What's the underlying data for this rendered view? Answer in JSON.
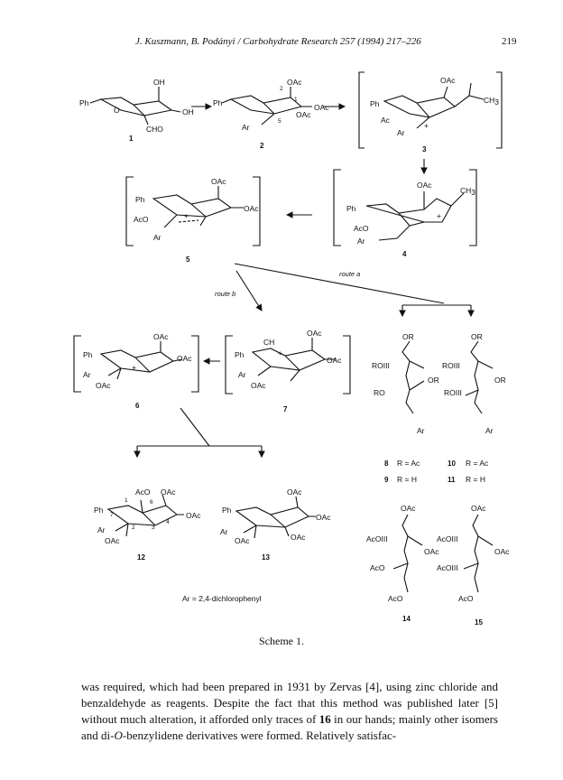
{
  "header": {
    "running_head": "J. Kuszmann, B. Podányi / Carbohydrate Research 257 (1994) 217–226",
    "page_number": "219"
  },
  "scheme": {
    "labels": {
      "oh": "OH",
      "oac": "OAc",
      "aco": "AcO",
      "ph": "Ph",
      "ar": "Ar",
      "cho": "CHO",
      "ch3": "CH",
      "ch3_sub": "3",
      "ac": "Ac",
      "or": "OR",
      "ro": "RO",
      "roiii": "ROIII",
      "aciii": "AcOIII",
      "o": "O",
      "plus": "+"
    },
    "compounds": [
      "1",
      "2",
      "3",
      "4",
      "5",
      "6",
      "7",
      "8",
      "9",
      "10",
      "11",
      "12",
      "13",
      "14",
      "15"
    ],
    "locants": [
      "1",
      "2",
      "3",
      "4",
      "5",
      "6",
      "7"
    ],
    "routes": {
      "a": "route a",
      "b": "route b"
    },
    "r_defs": {
      "8": "R = Ac",
      "9": "R = H",
      "10": "R = Ac",
      "11": "R = H"
    },
    "ar_def": "Ar = 2,4-dichlorophenyl"
  },
  "caption": "Scheme 1.",
  "body": {
    "p1_a": "was required, which had been prepared in 1931 by Zervas [4], using zinc chloride and benzaldehyde as reagents. Despite the fact that this method was published later [5] without much alteration, it afforded only traces of ",
    "p1_bold": "16",
    "p1_b": " in our hands; mainly other isomers and di-",
    "p1_italic": "O",
    "p1_c": "-benzylidene derivatives were formed. Relatively satisfac-"
  }
}
